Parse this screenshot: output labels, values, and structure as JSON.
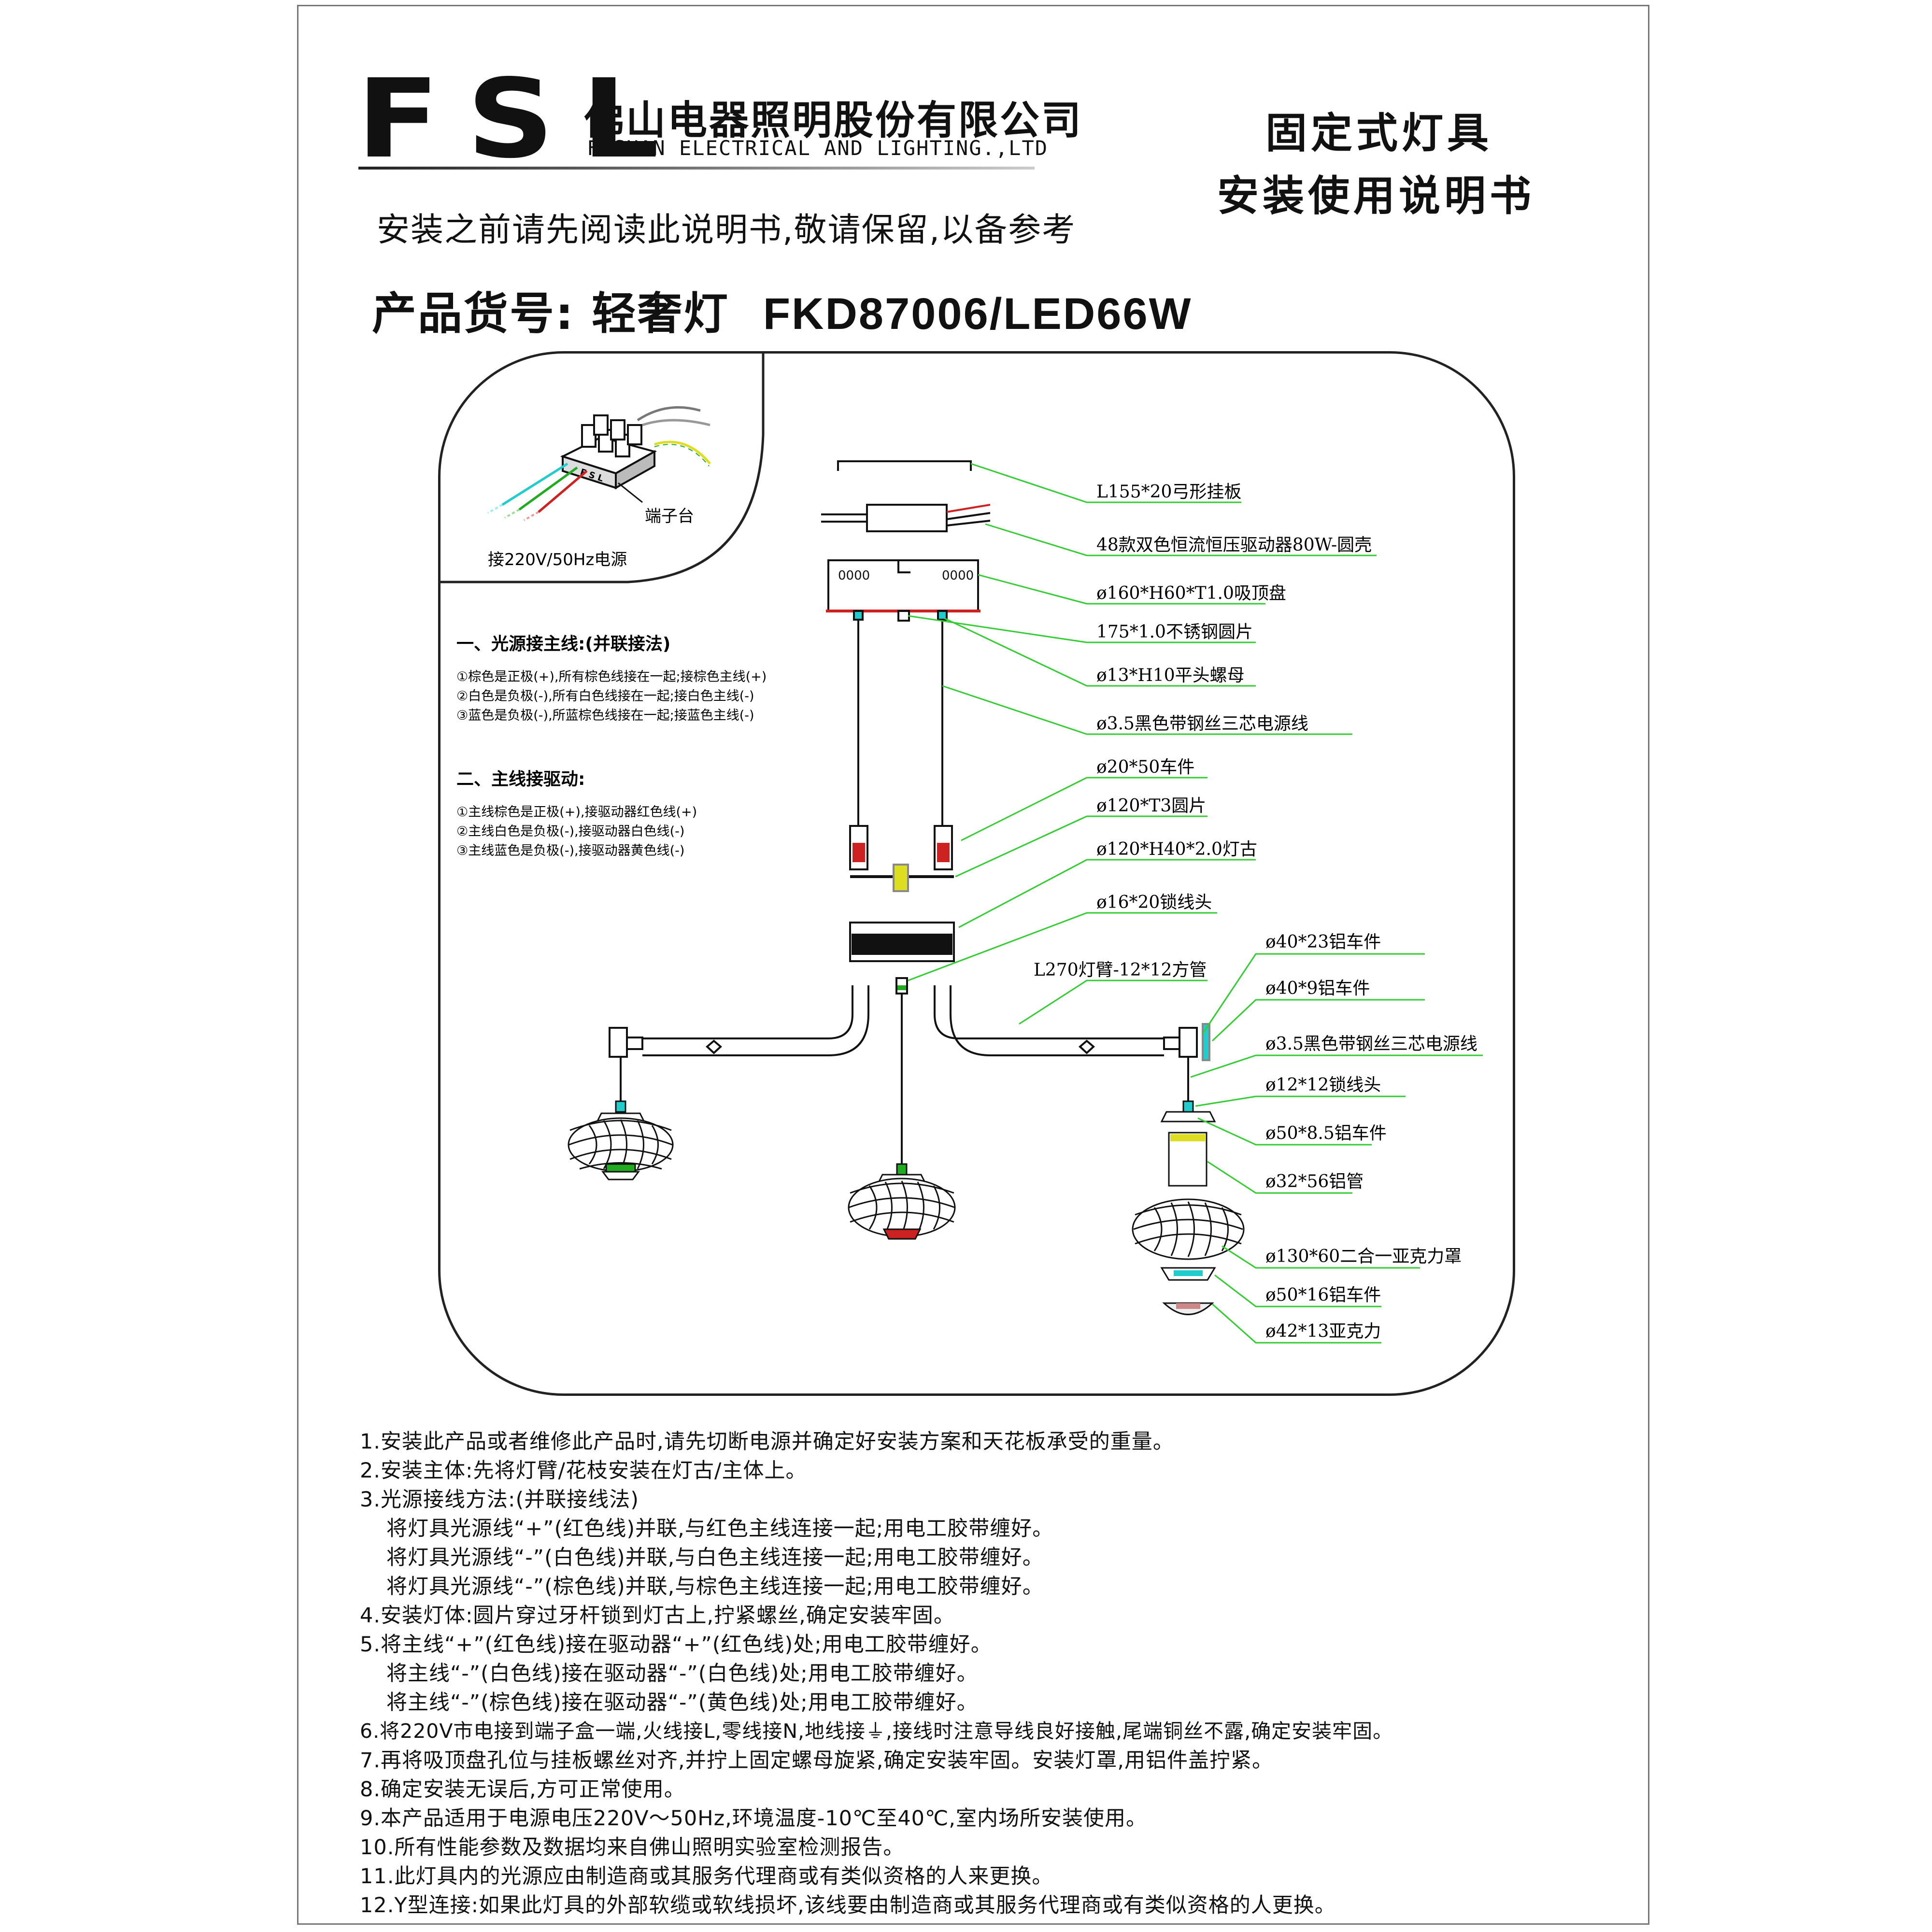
{
  "header": {
    "logo_text": "FSL",
    "company_cn": "佛山电器照明股份有限公司",
    "company_en": "FOSHAN ELECTRICAL AND LIGHTING.,LTD",
    "title_line1": "固定式灯具",
    "title_line2": "安装使用说明书",
    "notice": "安装之前请先阅读此说明书,敬请保留,以备参考",
    "product_label": "产品货号: 轻奢灯",
    "product_code": "FKD87006/LED66W"
  },
  "terminal": {
    "label": "端子台",
    "power_label": "接220V/50Hz电源",
    "block_mark": "F S L"
  },
  "wiring": {
    "section1_title": "一、光源接主线:(并联接法)",
    "section1_lines": [
      "①棕色是正极(+),所有棕色线接在一起;接棕色主线(+)",
      "②白色是负极(-),所有白色线接在一起;接白色主线(-)",
      "③蓝色是负极(-),所蓝棕色线接在一起;接蓝色主线(-)"
    ],
    "section2_title": "二、主线接驱动:",
    "section2_lines": [
      "①主线棕色是正极(+),接驱动器红色线(+)",
      "②主线白色是负极(-),接驱动器白色线(-)",
      "③主线蓝色是负极(-),接驱动器黄色线(-)"
    ]
  },
  "callouts": [
    "L155*20弓形挂板",
    "48款双色恒流恒压驱动器80W-圆壳",
    "ø160*H60*T1.0吸顶盘",
    "175*1.0不锈钢圆片",
    "ø13*H10平头螺母",
    "ø3.5黑色带钢丝三芯电源线",
    "ø20*50车件",
    "ø120*T3圆片",
    "ø120*H40*2.0灯古",
    "ø16*20锁线头",
    "ø40*23铝车件",
    "L270灯臂-12*12方管",
    "ø40*9铝车件",
    "ø3.5黑色带钢丝三芯电源线",
    "ø12*12锁线头",
    "ø50*8.5铝车件",
    "ø32*56铝管",
    "ø130*60二合一亚克力罩",
    "ø50*16铝车件",
    "ø42*13亚克力"
  ],
  "instructions": [
    "1.安装此产品或者维修此产品时,请先切断电源并确定好安装方案和天花板承受的重量。",
    "2.安装主体:先将灯臂/花枝安装在灯古/主体上。",
    "3.光源接线方法:(并联接线法)",
    "将灯具光源线“+”(红色线)并联,与红色主线连接一起;用电工胶带缠好。",
    "将灯具光源线“-”(白色线)并联,与白色主线连接一起;用电工胶带缠好。",
    "将灯具光源线“-”(棕色线)并联,与棕色主线连接一起;用电工胶带缠好。",
    "4.安装灯体:圆片穿过牙杆锁到灯古上,拧紧螺丝,确定安装牢固。",
    "5.将主线“+”(红色线)接在驱动器“+”(红色线)处;用电工胶带缠好。",
    "将主线“-”(白色线)接在驱动器“-”(白色线)处;用电工胶带缠好。",
    "将主线“-”(棕色线)接在驱动器“-”(黄色线)处;用电工胶带缠好。",
    "6.将220V市电接到端子盒一端,火线接L,零线接N,地线接⏚,接线时注意导线良好接触,尾端铜丝不露,确定安装牢固。",
    "7.再将吸顶盘孔位与挂板螺丝对齐,并拧上固定螺母旋紧,确定安装牢固。安装灯罩,用铝件盖拧紧。",
    "8.确定安装无误后,方可正常使用。",
    "9.本产品适用于电源电压220V～50Hz,环境温度-10℃至40℃,室内场所安装使用。",
    "10.所有性能参数及数据均来自佛山照明实验室检测报告。",
    "11.此灯具内的光源应由制造商或其服务代理商或有类似资格的人来更换。",
    "12.Y型连接:如果此灯具的外部软缆或软线损坏,该线要由制造商或其服务代理商或有类似资格的人更换。"
  ],
  "colors": {
    "leader_line": "#33cc33",
    "ink": "#111111",
    "wire_red": "#cc2222",
    "wire_cyan": "#22cccc",
    "wire_green": "#22aa22",
    "wire_yellow": "#dddd22"
  }
}
